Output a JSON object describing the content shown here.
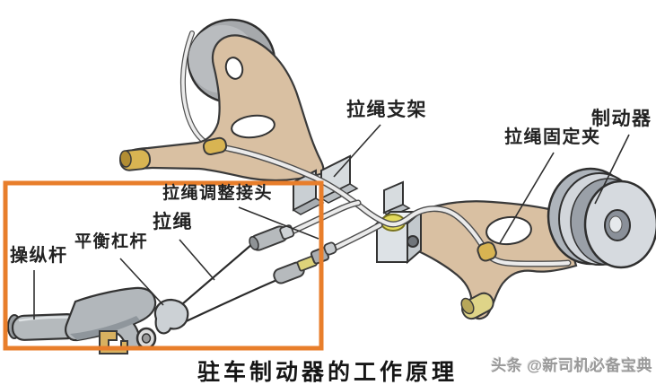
{
  "caption": {
    "text": "驻车制动器的工作原理"
  },
  "watermark": {
    "text": "头条 @新司机必备宝典"
  },
  "labels": {
    "cable_bracket": {
      "text": "拉绳支架"
    },
    "cable_fixing_clip": {
      "text": "拉绳固定夹"
    },
    "brake": {
      "text": "制动器"
    },
    "cable_adjusting_joint": {
      "text": "拉绳调整接头"
    },
    "cable": {
      "text": "拉绳"
    },
    "balance_lever": {
      "text": "平衡杠杆"
    },
    "operating_lever": {
      "text": "操纵杆"
    }
  },
  "colors": {
    "highlight_box": "#e87e2b",
    "backing_plate_tan": "#d9c0a2",
    "drum_gray": "#a6a9ac",
    "clip_yellow": "#d8b452",
    "cable_light": "#ebebeb",
    "outline": "#3a3a3a",
    "label_text": "#222222",
    "watermark_gray": "#999999",
    "background": "#ffffff"
  }
}
